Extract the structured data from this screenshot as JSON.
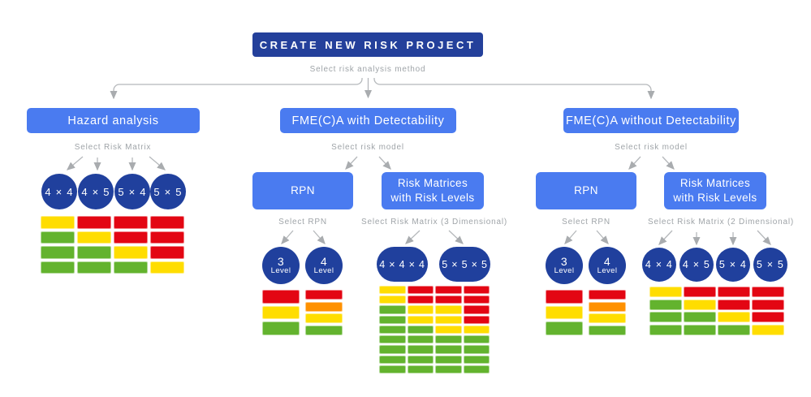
{
  "app": {
    "title": "CREATE NEW RISK PROJECT",
    "subtitle": "Select risk analysis method"
  },
  "palette": {
    "navy": "#24409b",
    "blue": "#4a7bf0",
    "label_gray": "#9fa4a8",
    "line_gray": "#b5b8bb"
  },
  "cell_colors": {
    "R": "#e30613",
    "O": "#ff9100",
    "Y": "#ffdd00",
    "G": "#63b32e"
  },
  "hazard": {
    "label": "Hazard analysis",
    "select_label": "Select Risk Matrix",
    "options": [
      "4 × 4",
      "4 × 5",
      "5 × 4",
      "5 × 5"
    ],
    "matrix": [
      [
        "Y",
        "R",
        "R",
        "R"
      ],
      [
        "G",
        "Y",
        "R",
        "R"
      ],
      [
        "G",
        "G",
        "Y",
        "R"
      ],
      [
        "G",
        "G",
        "G",
        "Y"
      ]
    ]
  },
  "fmea_with": {
    "label": "FME(C)A with Detectability",
    "select_label": "Select risk model",
    "rpn": {
      "label": "RPN",
      "select_label": "Select RPN",
      "options": [
        {
          "value": "3",
          "caption": "Level"
        },
        {
          "value": "4",
          "caption": "Level"
        }
      ],
      "stacks": [
        [
          "R",
          "Y",
          "G"
        ],
        [
          "R",
          "O",
          "Y",
          "G"
        ]
      ]
    },
    "risk_matrices": {
      "label_line1": "Risk Matrices",
      "label_line2": "with Risk Levels",
      "select_label": "Select Risk Matrix (3 Dimensional)",
      "options": [
        "4 × 4 × 4",
        "5 × 5 × 5"
      ],
      "matrix": [
        [
          "Y",
          "R",
          "R",
          "R"
        ],
        [
          "Y",
          "R",
          "R",
          "R"
        ],
        [
          "G",
          "Y",
          "Y",
          "R"
        ],
        [
          "G",
          "Y",
          "Y",
          "R"
        ],
        [
          "G",
          "G",
          "Y",
          "Y"
        ],
        [
          "G",
          "G",
          "G",
          "G"
        ],
        [
          "G",
          "G",
          "G",
          "G"
        ],
        [
          "G",
          "G",
          "G",
          "G"
        ],
        [
          "G",
          "G",
          "G",
          "G"
        ]
      ]
    }
  },
  "fmea_without": {
    "label": "FME(C)A without Detectability",
    "select_label": "Select risk model",
    "rpn": {
      "label": "RPN",
      "select_label": "Select RPN",
      "options": [
        {
          "value": "3",
          "caption": "Level"
        },
        {
          "value": "4",
          "caption": "Level"
        }
      ],
      "stacks": [
        [
          "R",
          "Y",
          "G"
        ],
        [
          "R",
          "O",
          "Y",
          "G"
        ]
      ]
    },
    "risk_matrices": {
      "label_line1": "Risk Matrices",
      "label_line2": "with Risk Levels",
      "select_label": "Select Risk Matrix (2 Dimensional)",
      "options": [
        "4 × 4",
        "4 × 5",
        "5 × 4",
        "5 × 5"
      ],
      "matrix": [
        [
          "Y",
          "R",
          "R",
          "R"
        ],
        [
          "G",
          "Y",
          "R",
          "R"
        ],
        [
          "G",
          "G",
          "Y",
          "R"
        ],
        [
          "G",
          "G",
          "G",
          "Y"
        ]
      ]
    }
  }
}
